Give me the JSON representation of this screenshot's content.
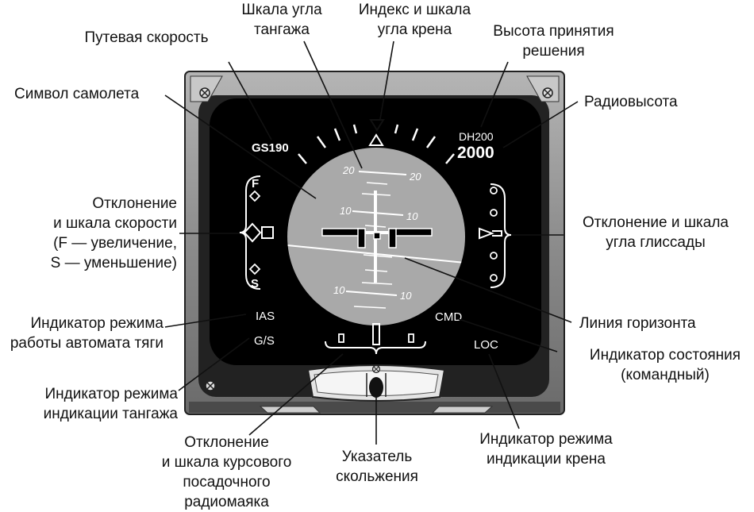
{
  "display": {
    "ground_speed": "GS190",
    "decision_height": "DH200",
    "radio_altitude": "2000",
    "speed_scale_top": "F",
    "speed_scale_bottom": "S",
    "autothrottle_mode": "IAS",
    "pitch_mode": "G/S",
    "status": "CMD",
    "roll_mode": "LOC",
    "pitch_marks": {
      "up20_left": "20",
      "up20_right": "20",
      "up10_left": "10",
      "up10_right": "10",
      "down10_left": "10",
      "down10_right": "10"
    }
  },
  "callouts": {
    "ground_speed": [
      "Путевая скорость"
    ],
    "pitch_scale": [
      "Шкала угла",
      "тангажа"
    ],
    "roll_index": [
      "Индекс и шкала",
      "угла крена"
    ],
    "decision_height": [
      "Высота принятия",
      "решения"
    ],
    "airplane_symbol": [
      "Символ самолета"
    ],
    "radio_altitude": [
      "Радиовысота"
    ],
    "speed_deviation": [
      "Отклонение",
      "и шкала скорости",
      "(F — увеличение,",
      "S — уменьшение)"
    ],
    "glideslope": [
      "Отклонение и шкала",
      "угла глиссады"
    ],
    "horizon": [
      "Линия горизонта"
    ],
    "autothrottle_mode": [
      "Индикатор режима",
      "работы автомата тяги"
    ],
    "status": [
      "Индикатор состояния",
      "(командный)"
    ],
    "pitch_mode": [
      "Индикатор режима",
      "индикации тангажа"
    ],
    "localizer": [
      "Отклонение",
      "и шкала курсового",
      "посадочного",
      "радиомаяка"
    ],
    "slip": [
      "Указатель",
      "скольжения"
    ],
    "roll_mode": [
      "Индикатор режима",
      "индикации крена"
    ]
  },
  "colors": {
    "bezel": "#8a8a8a",
    "screen": "#000000",
    "sphere": "#a9a9a9",
    "symbology": "#ffffff"
  }
}
